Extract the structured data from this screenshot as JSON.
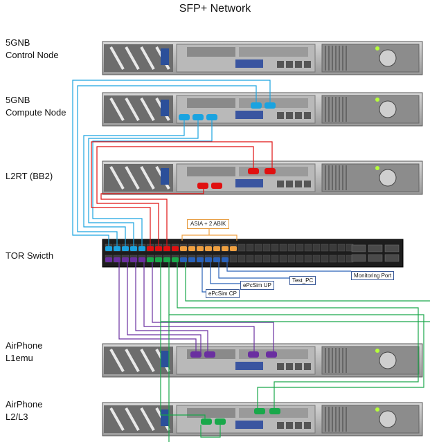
{
  "title": "SFP+ Network",
  "nodes": {
    "control": {
      "line1": "5GNB",
      "line2": "Control Node"
    },
    "compute": {
      "line1": "5GNB",
      "line2": "Compute Node"
    },
    "l2rt": {
      "line1": "L2RT (BB2)"
    },
    "tor": {
      "line1": "TOR Swicth"
    },
    "l1emu": {
      "line1": "AirPhone",
      "line2": "L1emu"
    },
    "l2l3": {
      "line1": "AirPhone",
      "line2": "L2/L3"
    }
  },
  "switch_labels": {
    "asia": "ASIA + 2 ABIK",
    "monitoring": "Monitoring Port",
    "test_pc": "Test_PC",
    "epcsim_up": "ePcSim UP",
    "epcsim_cp": "ePcSim CP"
  },
  "colors": {
    "cyan": "#1aa3e0",
    "red": "#e01010",
    "orange": "#f0a040",
    "purple": "#6a2fa0",
    "green": "#19a84a",
    "blue": "#2860b8",
    "chassis": "#2a2a2a"
  }
}
